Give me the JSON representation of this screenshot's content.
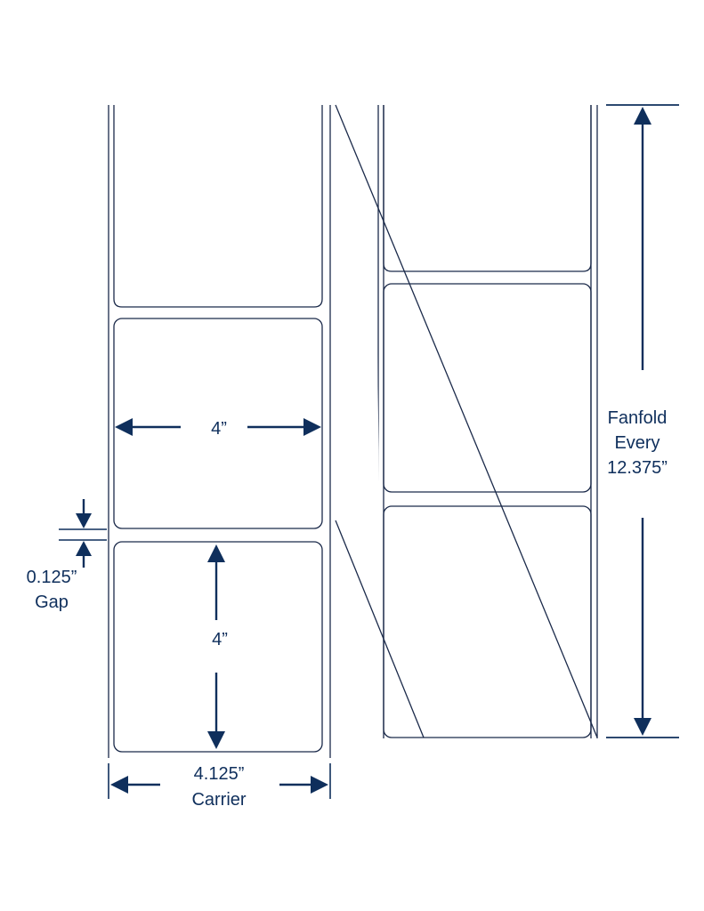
{
  "colors": {
    "dimension": "#0f2f5c",
    "outline": "#1b2a4a"
  },
  "labels": {
    "label_width": "4”",
    "label_height": "4”",
    "gap_value": "0.125”",
    "gap_word": "Gap",
    "carrier_value": "4.125”",
    "carrier_word": "Carrier",
    "fanfold_line1": "Fanfold",
    "fanfold_line2": "Every",
    "fanfold_line3": "12.375”"
  }
}
